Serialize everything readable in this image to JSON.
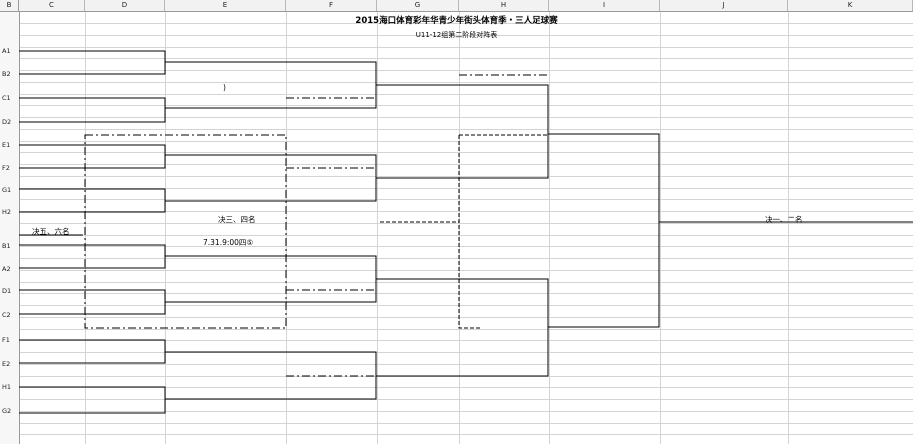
{
  "sheet": {
    "corner_label": "B",
    "columns": [
      "C",
      "D",
      "E",
      "F",
      "G",
      "H",
      "I",
      "J",
      "K"
    ],
    "title": "2015海口体育彩年华青少年街头体育季・三人足球赛",
    "subtitle": "U11-12组第二阶段对阵表",
    "teams": [
      "A1",
      "B2",
      "C1",
      "D2",
      "E1",
      "F2",
      "G1",
      "H2",
      "B1",
      "A2",
      "D1",
      "C2",
      "F1",
      "E2",
      "H1",
      "G2"
    ],
    "stray_mark": ")",
    "label_5_6": "决五、六名",
    "label_3_4": "决三、四名",
    "match_time": "7.31.9:00四⑤",
    "label_1_2": "决一、二名",
    "colors": {
      "grid": "#d4d4d4",
      "header_bg": "#f2f2f2",
      "line": "#000000"
    }
  }
}
